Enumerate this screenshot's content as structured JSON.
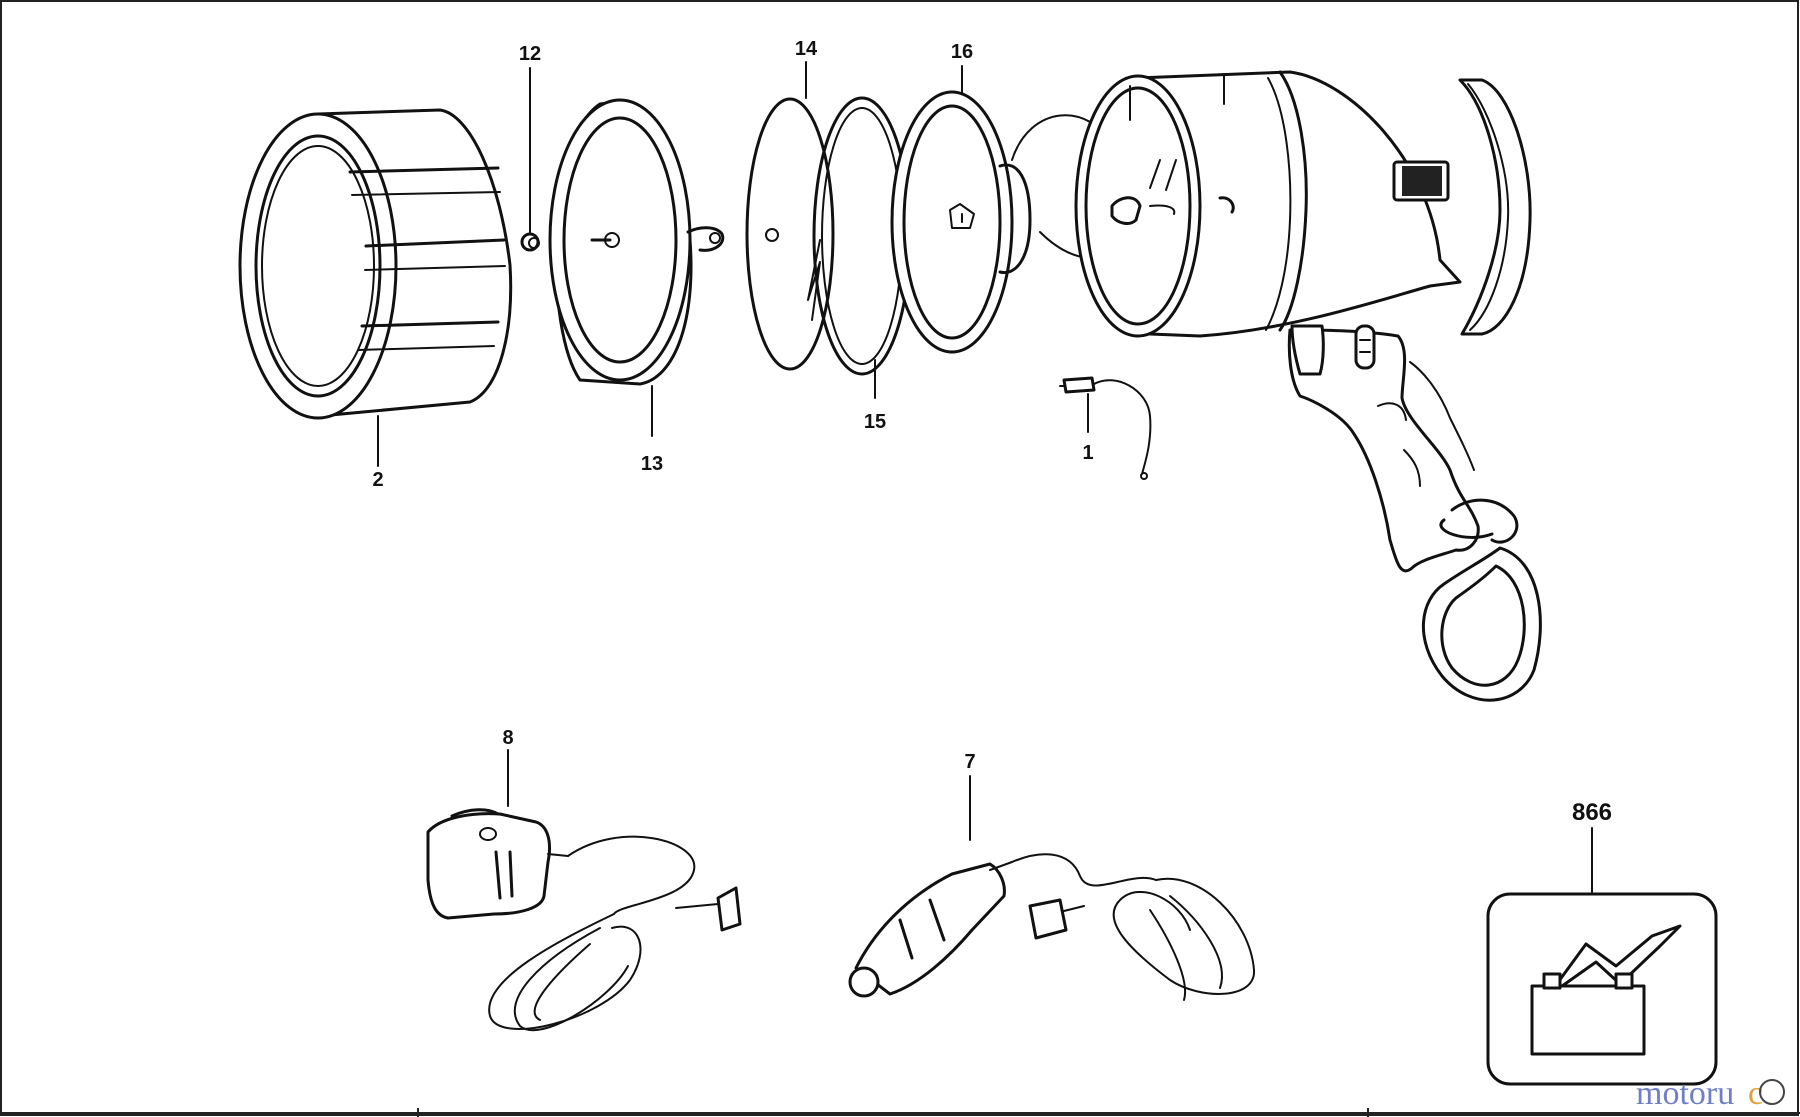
{
  "callouts": {
    "c1": "1",
    "c2": "2",
    "c7": "7",
    "c8": "8",
    "c12": "12",
    "c13": "13",
    "c14": "14",
    "c15": "15",
    "c16": "16",
    "c866": "866"
  },
  "watermark": {
    "part1": "motoru",
    "part2": "c"
  },
  "colors": {
    "line": "#111111",
    "background": "#ffffff",
    "watermark_blue": "#6f7fc7",
    "watermark_orange": "#e0a040"
  }
}
